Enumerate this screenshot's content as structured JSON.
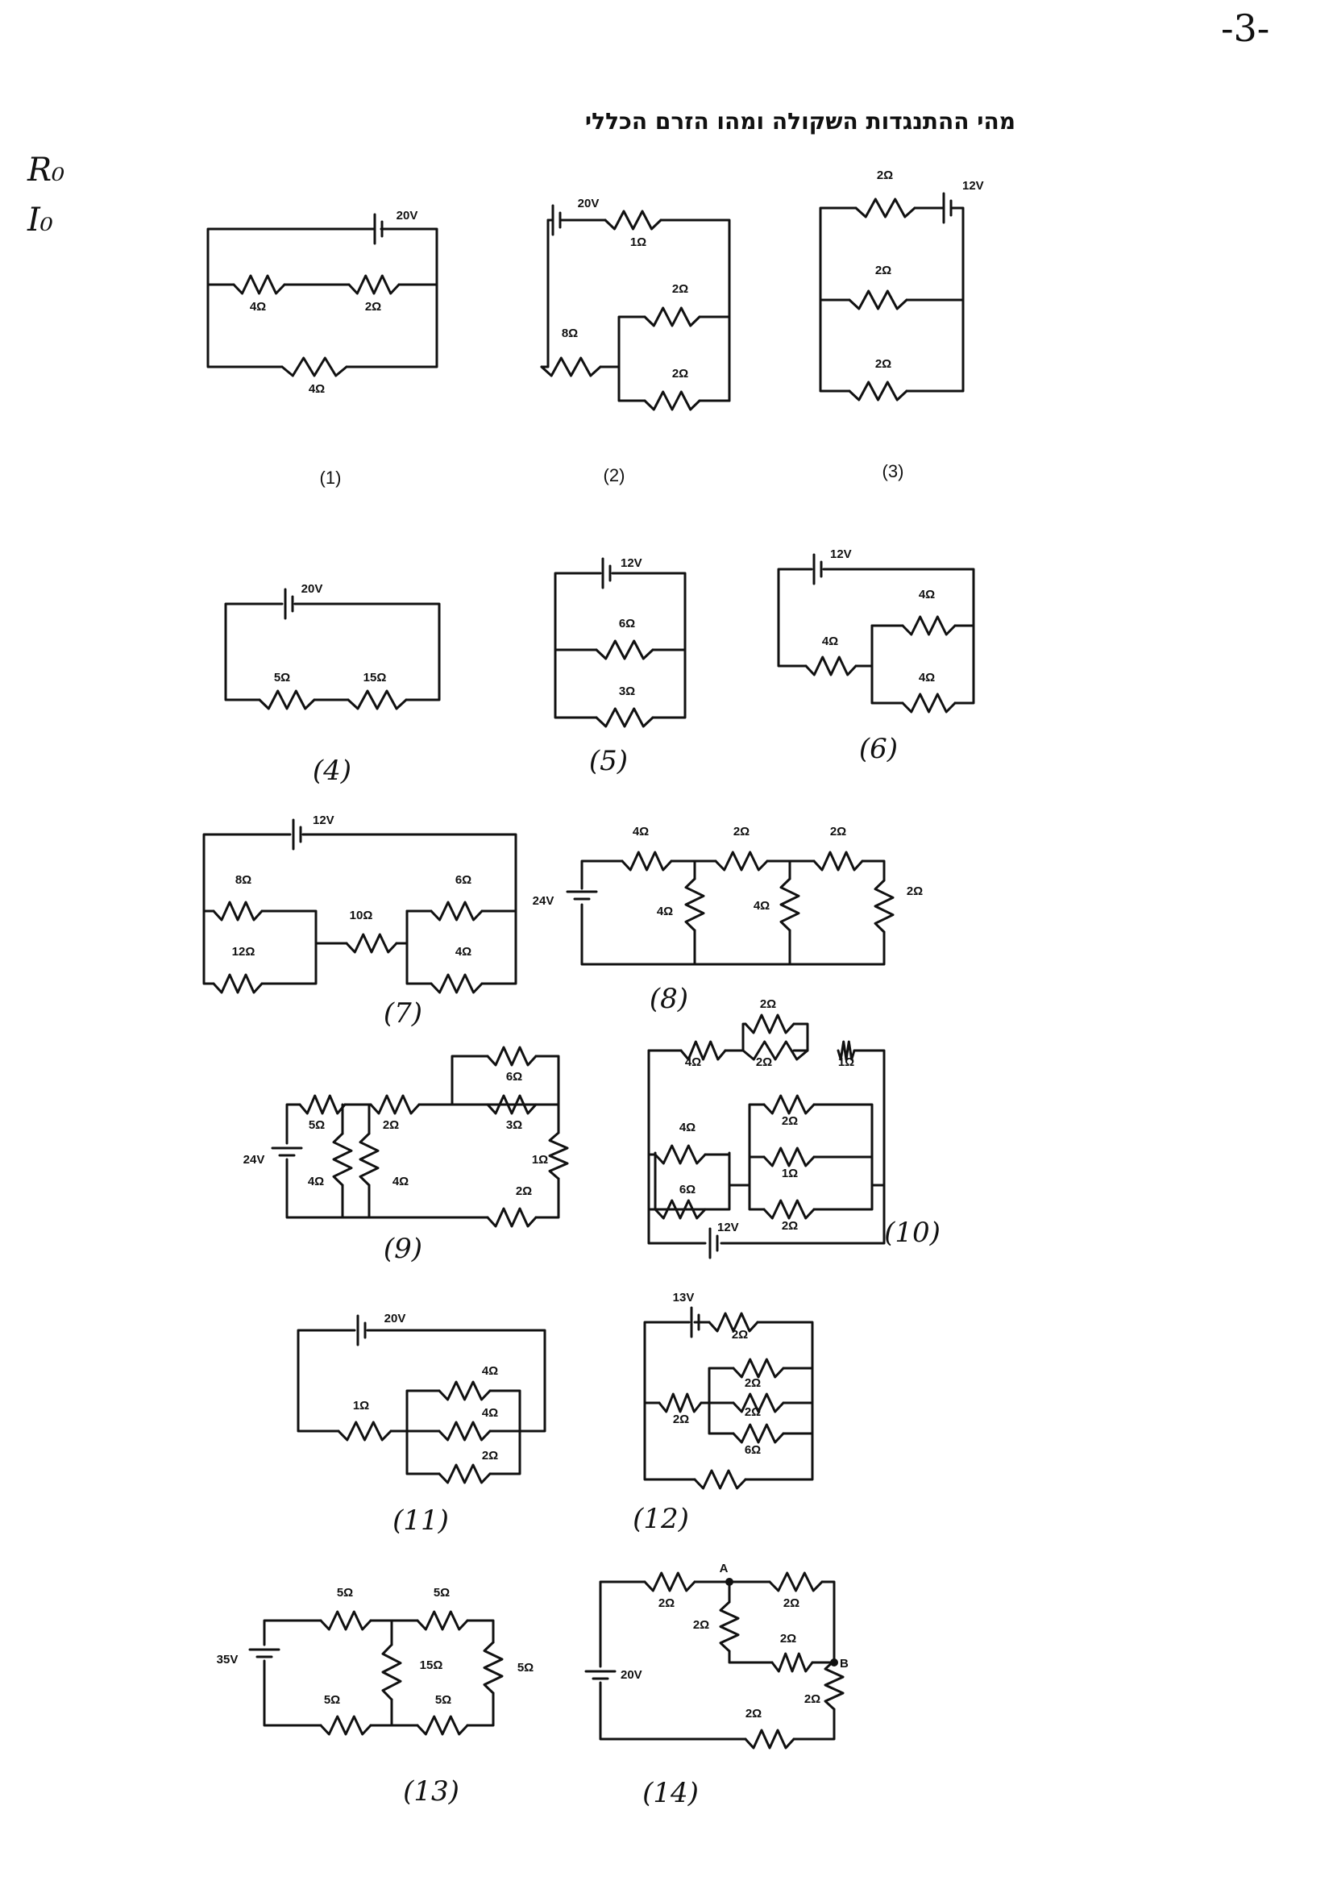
{
  "header": {
    "page_number": "-3-",
    "title": "מהי ההתנגדות השקולה ומהו הזרם הכללי"
  },
  "margin_notes": [
    "R₀",
    "I₀"
  ],
  "circuits": [
    {
      "number": "(1)",
      "labels": [
        "20V",
        "4Ω",
        "2Ω",
        "4Ω"
      ]
    },
    {
      "number": "(2)",
      "labels": [
        "20V",
        "1Ω",
        "2Ω",
        "8Ω",
        "2Ω"
      ]
    },
    {
      "number": "(3)",
      "labels": [
        "2Ω",
        "12V",
        "2Ω",
        "2Ω"
      ]
    },
    {
      "number": "(4)",
      "labels": [
        "20V",
        "5Ω",
        "15Ω"
      ]
    },
    {
      "number": "(5)",
      "labels": [
        "12V",
        "6Ω",
        "3Ω"
      ]
    },
    {
      "number": "(6)",
      "labels": [
        "12V",
        "4Ω",
        "4Ω",
        "4Ω"
      ]
    },
    {
      "number": "(7)",
      "labels": [
        "12V",
        "8Ω",
        "6Ω",
        "10Ω",
        "12Ω",
        "4Ω"
      ]
    },
    {
      "number": "(8)",
      "labels": [
        "4Ω",
        "2Ω",
        "2Ω",
        "24V",
        "4Ω",
        "4Ω",
        "2Ω"
      ]
    },
    {
      "number": "(9)",
      "labels": [
        "6Ω",
        "5Ω",
        "2Ω",
        "3Ω",
        "24V",
        "4Ω",
        "4Ω",
        "1Ω",
        "2Ω"
      ]
    },
    {
      "number": "(10)",
      "labels": [
        "2Ω",
        "4Ω",
        "2Ω",
        "1Ω",
        "2Ω",
        "4Ω",
        "1Ω",
        "6Ω",
        "12V",
        "2Ω"
      ]
    },
    {
      "number": "(11)",
      "labels": [
        "20V",
        "1Ω",
        "4Ω",
        "4Ω",
        "2Ω"
      ]
    },
    {
      "number": "(12)",
      "labels": [
        "13V",
        "2Ω",
        "2Ω",
        "2Ω",
        "2Ω",
        "6Ω"
      ]
    },
    {
      "number": "(13)",
      "labels": [
        "5Ω",
        "5Ω",
        "35V",
        "15Ω",
        "5Ω",
        "5Ω",
        "5Ω"
      ]
    },
    {
      "number": "(14)",
      "labels": [
        "2Ω",
        "A",
        "2Ω",
        "2Ω",
        "2Ω",
        "20V",
        "B",
        "2Ω",
        "2Ω"
      ]
    }
  ]
}
